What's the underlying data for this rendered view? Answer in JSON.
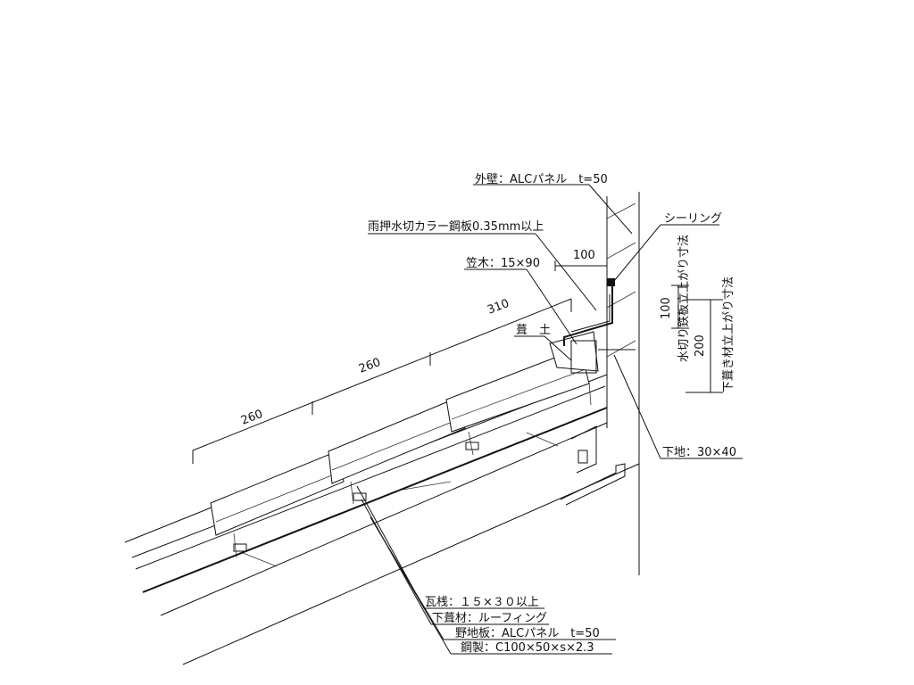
{
  "labels": {
    "outer_wall": "外壁：ALCパネル　t=50",
    "flashing": "雨押水切カラー鋼板0.35mm以上",
    "kasagi": "笠木：15×90",
    "mortar": "葺　土",
    "sealing": "シーリング",
    "base": "下地：30×40",
    "batten": "瓦桟：１５×３０以上",
    "underlay": "下葺材：ルーフィング",
    "sheathing": "野地板：ALCパネル　t=50",
    "steel": "鋼製：C100×50×s×2.3",
    "flashing_rise": "水切り鉄板立上がり寸法",
    "underlay_rise": "下葺き材立上がり寸法"
  },
  "dimensions": {
    "d100_top": "100",
    "d310": "310",
    "d260_a": "260",
    "d260_b": "260",
    "d100_vert": "100",
    "d200_vert": "200"
  }
}
